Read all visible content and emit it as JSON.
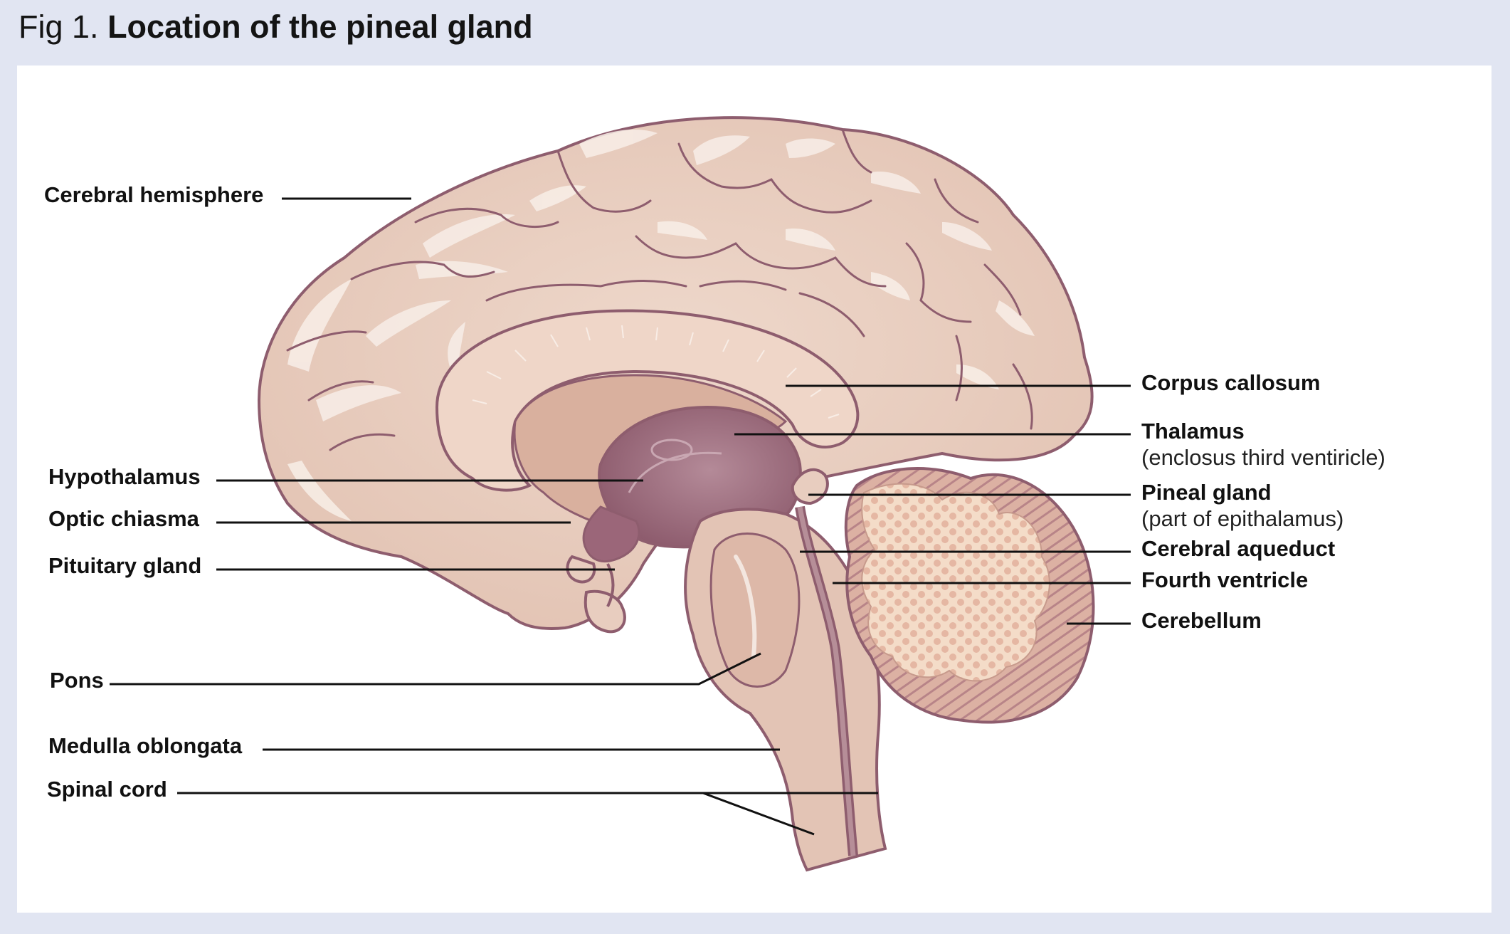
{
  "figure": {
    "number": "Fig 1.",
    "title": "Location of the pineal gland"
  },
  "labels": {
    "cerebral_hemisphere": "Cerebral hemisphere",
    "hypothalamus": "Hypothalamus",
    "optic_chiasma": "Optic chiasma",
    "pituitary_gland": "Pituitary gland",
    "pons": "Pons",
    "medulla_oblongata": "Medulla oblongata",
    "spinal_cord": "Spinal cord",
    "corpus_callosum": "Corpus callosum",
    "thalamus": "Thalamus",
    "thalamus_note": "(enclosus third ventiricle)",
    "pineal_gland": "Pineal gland",
    "pineal_note": "(part of epithalamus)",
    "cerebral_aqueduct": "Cerebral aqueduct",
    "fourth_ventricle": "Fourth ventricle",
    "cerebellum": "Cerebellum"
  },
  "colors": {
    "background": "#e1e5f2",
    "panel": "#ffffff",
    "brain_fill": "#e8cdbf",
    "brain_outline": "#8e5d6e",
    "gyri_highlight": "#f7ece6",
    "corpus_callosum": "#efd6c8",
    "thalamus": "#9b6679",
    "cerebellum_core": "#f3d9c6",
    "leader_line": "#111111"
  }
}
